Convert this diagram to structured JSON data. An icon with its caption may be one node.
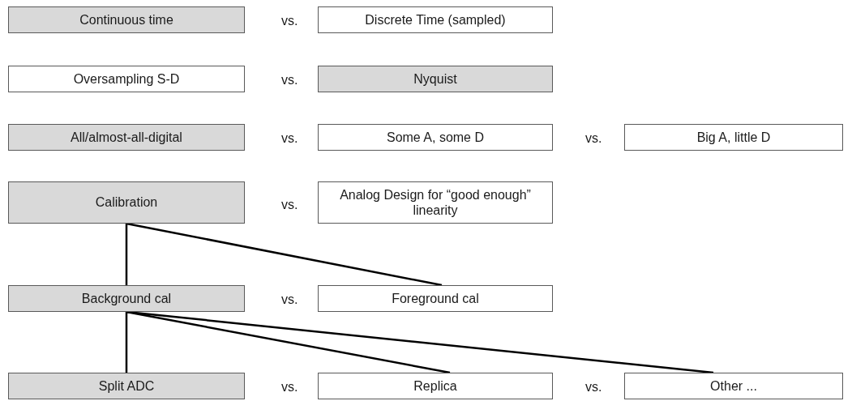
{
  "diagram": {
    "nodes": [
      {
        "text": [
          "Continuous time"
        ]
      },
      {
        "text": [
          "Discrete Time (sampled)"
        ]
      },
      {
        "text": [
          "Oversampling S-D"
        ]
      },
      {
        "text": [
          "Nyquist"
        ]
      },
      {
        "text": [
          "All/almost-all-digital"
        ]
      },
      {
        "text": [
          "Some A, some D"
        ]
      },
      {
        "text": [
          "Big A, little D"
        ]
      },
      {
        "text": [
          "Calibration"
        ]
      },
      {
        "text": [
          "Analog Design for “good enough” linearity"
        ]
      },
      {
        "text": [
          "Background cal"
        ]
      },
      {
        "text": [
          "Foreground cal"
        ]
      },
      {
        "text": [
          "Split ADC"
        ]
      },
      {
        "text": [
          "Replica"
        ]
      },
      {
        "text": [
          "Other ..."
        ]
      }
    ],
    "edges": [
      {
        "from": 7,
        "to": 9,
        "arrow": "none"
      },
      {
        "from": 7,
        "to": 10,
        "arrow": "none"
      },
      {
        "from": 9,
        "to": 11,
        "arrow": "none"
      },
      {
        "from": 9,
        "to": 12,
        "arrow": "none"
      },
      {
        "from": 9,
        "to": 13,
        "arrow": "none"
      }
    ],
    "labels": [
      "vs.",
      "vs.",
      "vs.",
      "vs.",
      "vs.",
      "vs.",
      "vs.",
      "vs."
    ]
  }
}
